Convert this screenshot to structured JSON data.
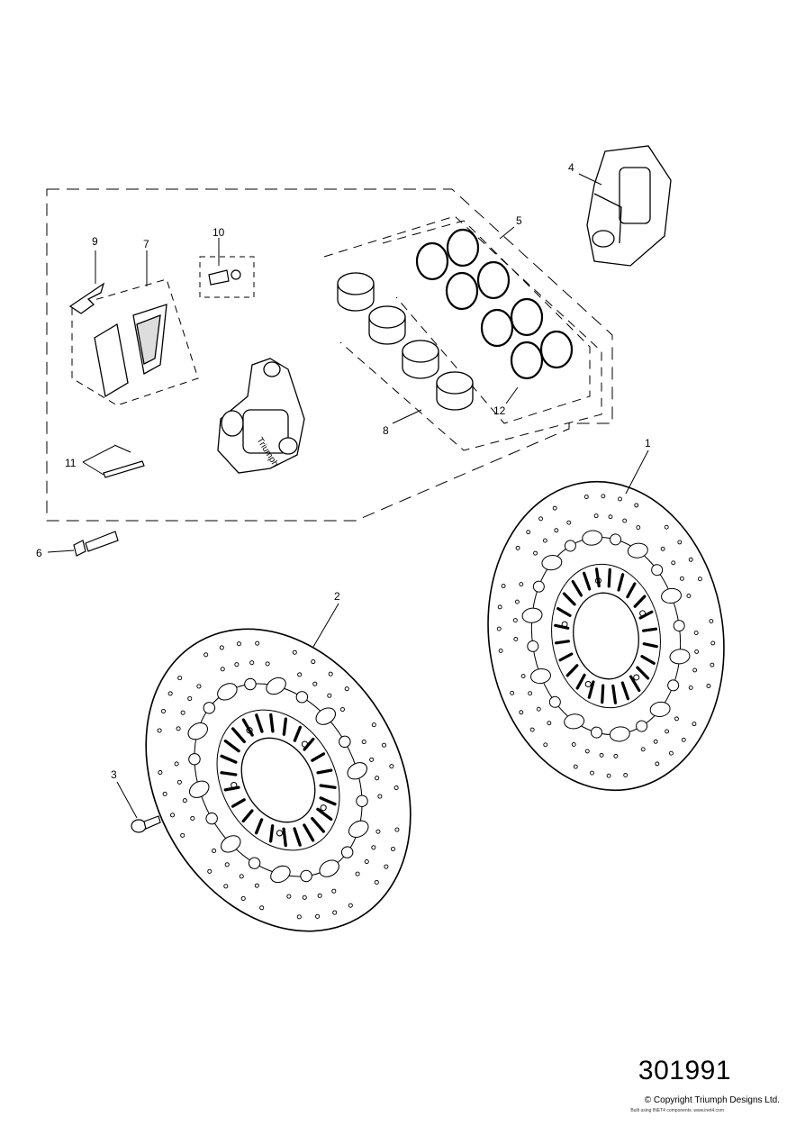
{
  "callouts": [
    "1",
    "2",
    "3",
    "4",
    "5",
    "6",
    "7",
    "8",
    "9",
    "10",
    "11",
    "12"
  ],
  "caliper_logo_text": "Triumph",
  "drawing_number": "301991",
  "copyright": "© Copyright Triumph Designs Ltd.",
  "credit": "Built using INET4 components. www.inet4.com"
}
